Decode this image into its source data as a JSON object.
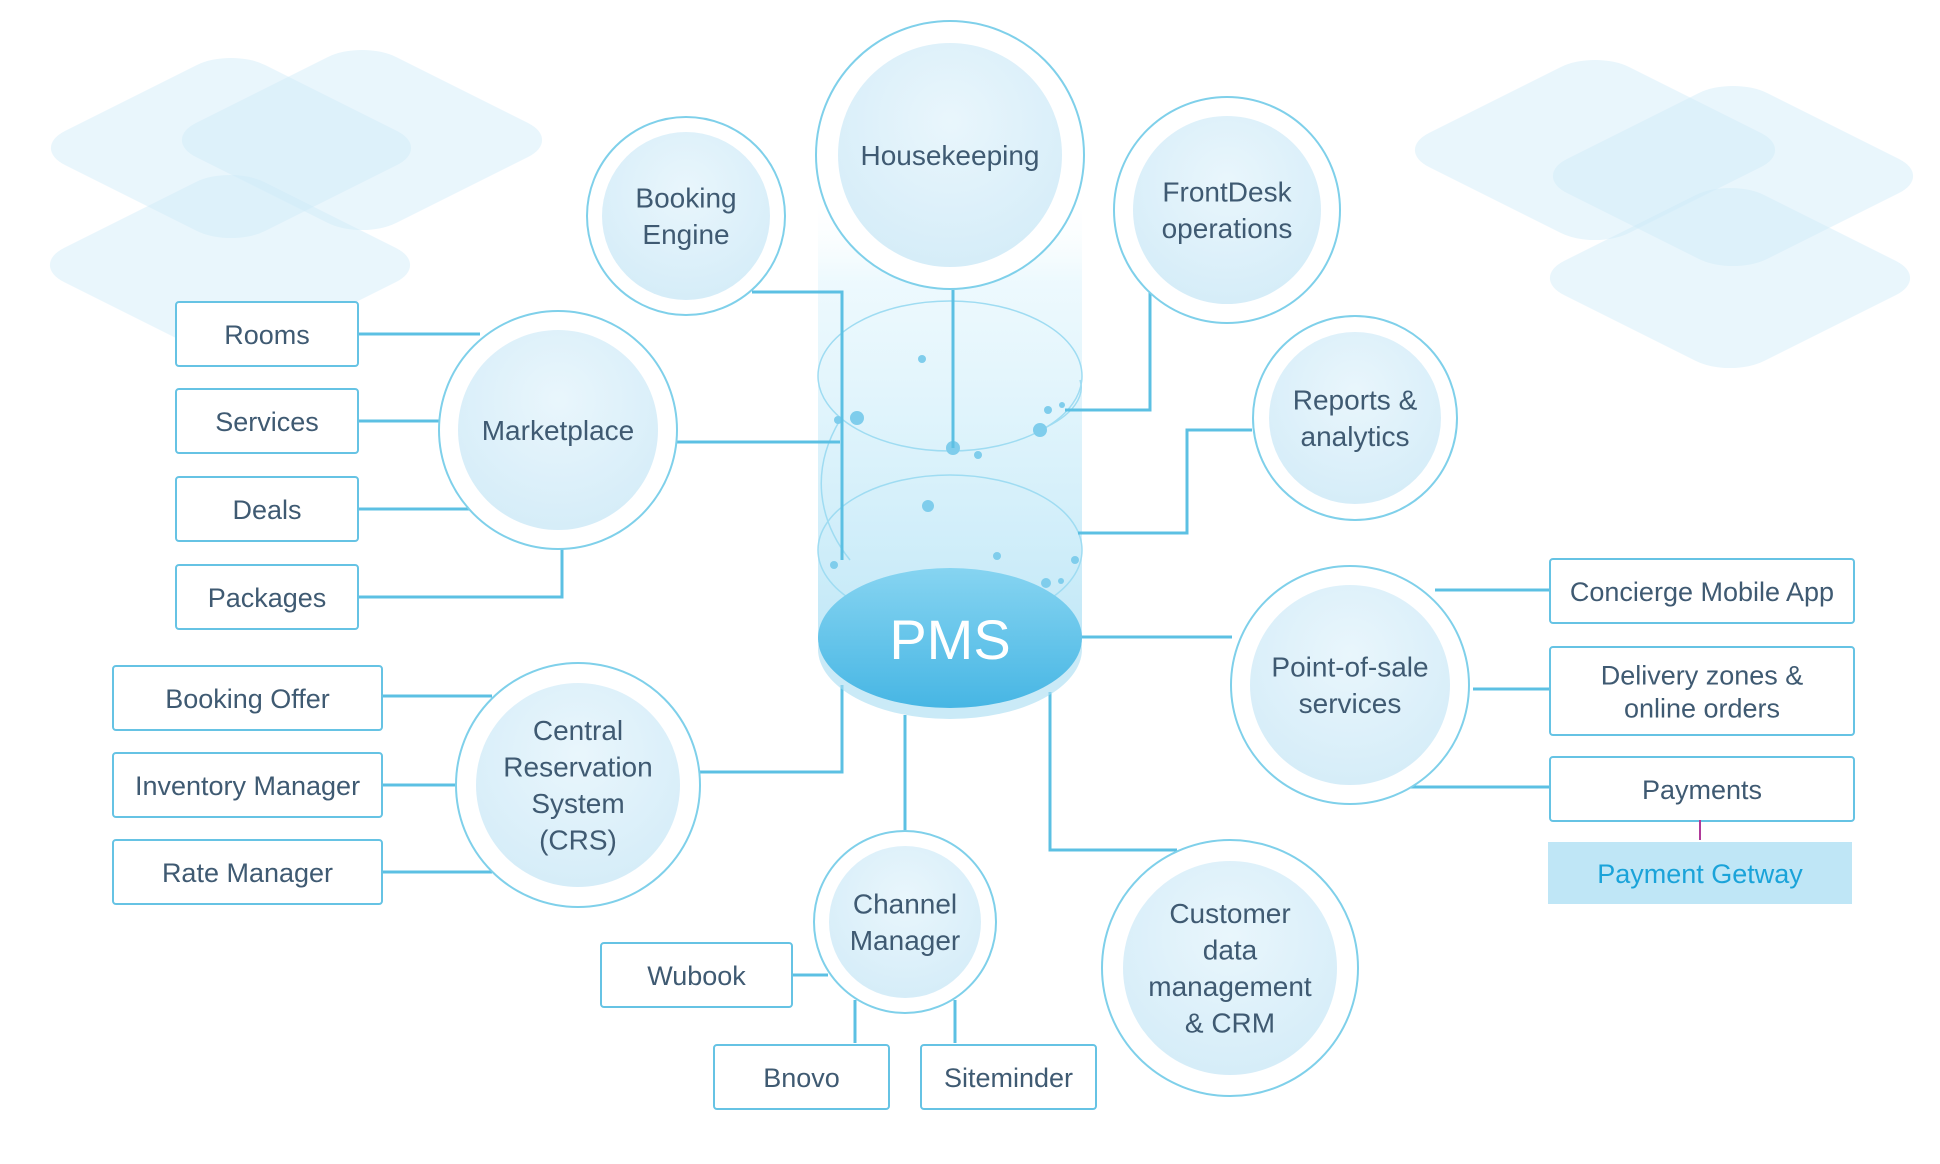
{
  "center": {
    "label": "PMS"
  },
  "modules": {
    "housekeeping": [
      "Housekeeping"
    ],
    "booking_engine": [
      "Booking",
      "Engine"
    ],
    "frontdesk": [
      "FrontDesk",
      "operations"
    ],
    "reports": [
      "Reports &",
      "analytics"
    ],
    "marketplace": [
      "Marketplace"
    ],
    "pos": [
      "Point-of-sale",
      "services"
    ],
    "crs": [
      "Central",
      "Reservation",
      "System",
      "(CRS)"
    ],
    "channel_manager": [
      "Channel",
      "Manager"
    ],
    "crm": [
      "Customer",
      "data",
      "management",
      "& CRM"
    ]
  },
  "sub_items": {
    "marketplace": [
      "Rooms",
      "Services",
      "Deals",
      "Packages"
    ],
    "crs": [
      "Booking Offer",
      "Inventory Manager",
      "Rate Manager"
    ],
    "pos": [
      [
        "Concierge Mobile App"
      ],
      [
        "Delivery zones &",
        "online orders"
      ],
      [
        "Payments"
      ]
    ],
    "channel_manager": [
      "Wubook",
      "Bnovo",
      "Siteminder"
    ]
  },
  "payment_gateway": {
    "label": "Payment Getway"
  },
  "colors": {
    "line": "#5cc0e3",
    "circle_stroke": "#7fd0ea",
    "circle_fill": "#dcf0fa",
    "box_stroke": "#66c3e4",
    "text": "#3f5a72",
    "pms_fill": "#5fc3ea",
    "gateway_fill": "#bfe6f6",
    "gateway_text": "#1aa3d9",
    "gateway_link": "#b03a9a"
  }
}
